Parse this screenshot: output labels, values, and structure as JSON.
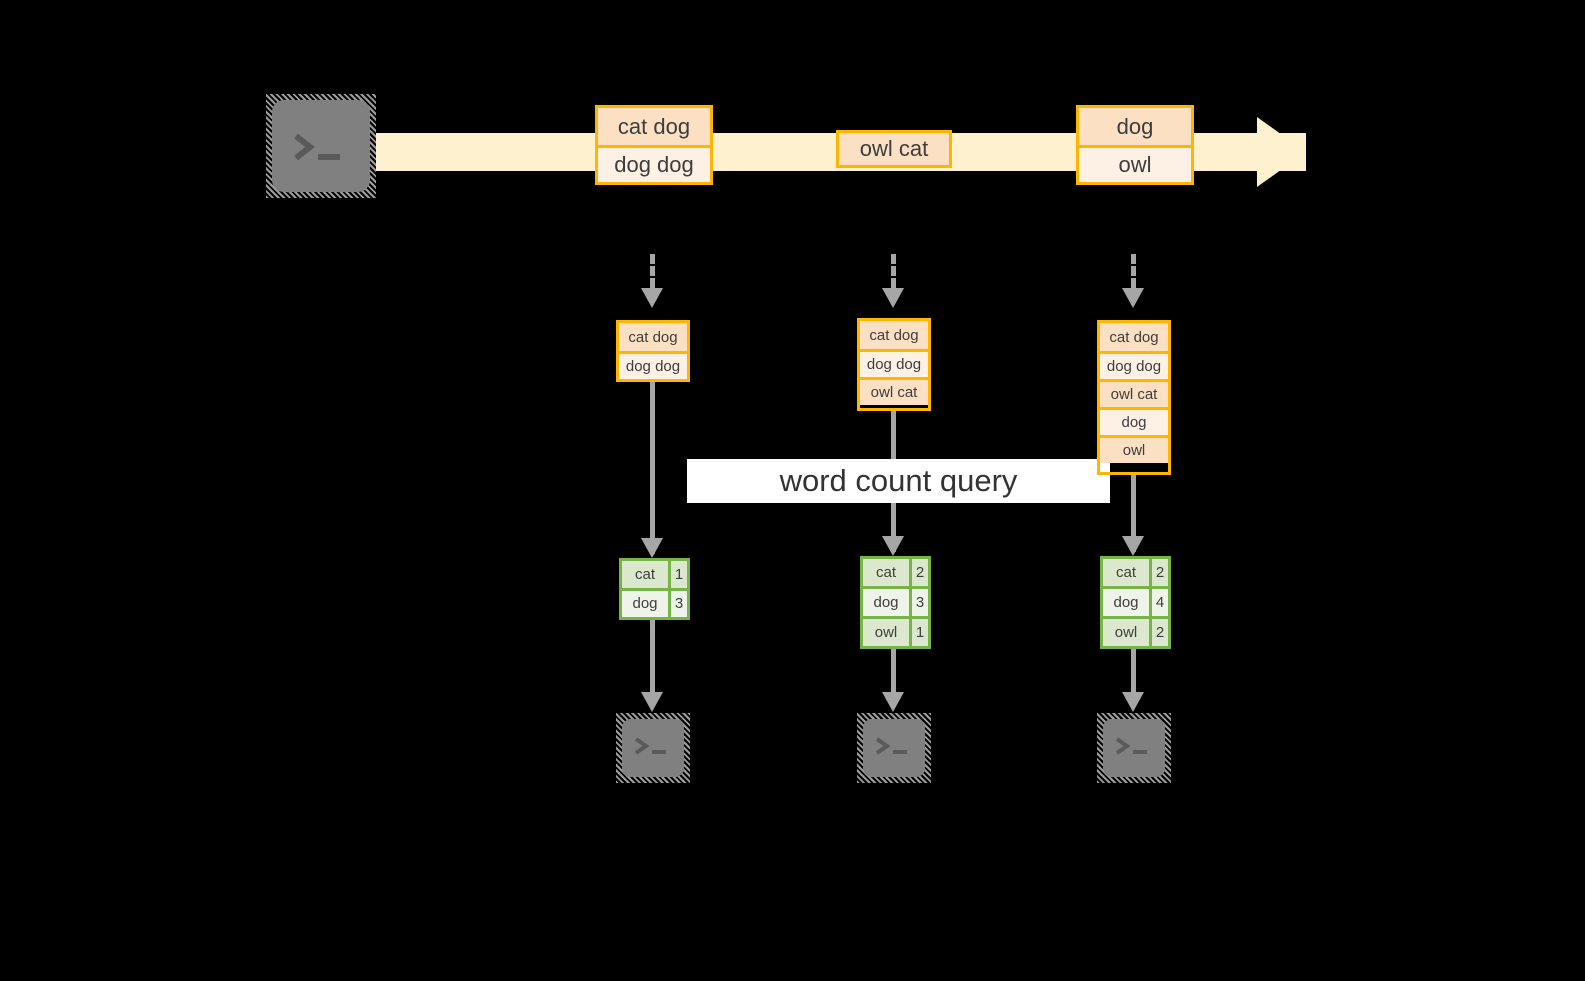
{
  "diagram": {
    "title_label": "word count query",
    "colors": {
      "background": "#000000",
      "stream_fill": "#fdf1cf",
      "record_border": "#ffb600",
      "record_fill_dark": "#fbe0c4",
      "record_fill_light": "#fdf1e6",
      "count_border": "#76b447",
      "count_fill_dark": "#dce8cd",
      "count_fill_light": "#eff4ea",
      "arrow_gray": "#a6a6a6",
      "terminal_fill": "#808080",
      "banner_fill": "#ffffff"
    },
    "source": {
      "icon": "terminal-icon",
      "label": ""
    },
    "stream": {
      "name": "event-stream-arrow",
      "events": [
        {
          "id": "e1",
          "lines": [
            "cat dog",
            "dog dog"
          ]
        },
        {
          "id": "e2",
          "lines": [
            "owl cat"
          ]
        },
        {
          "id": "e3",
          "lines": [
            "dog",
            "owl"
          ]
        }
      ]
    },
    "snapshots": [
      {
        "id": "s1",
        "records": [
          "cat dog",
          "dog dog"
        ],
        "counts": [
          {
            "word": "cat",
            "count": "1"
          },
          {
            "word": "dog",
            "count": "3"
          }
        ],
        "sink_icon": "terminal-icon"
      },
      {
        "id": "s2",
        "records": [
          "cat dog",
          "dog dog",
          "owl cat"
        ],
        "counts": [
          {
            "word": "cat",
            "count": "2"
          },
          {
            "word": "dog",
            "count": "3"
          },
          {
            "word": "owl",
            "count": "1"
          }
        ],
        "sink_icon": "terminal-icon"
      },
      {
        "id": "s3",
        "records": [
          "cat dog",
          "dog dog",
          "owl cat",
          "dog",
          "owl"
        ],
        "counts": [
          {
            "word": "cat",
            "count": "2"
          },
          {
            "word": "dog",
            "count": "4"
          },
          {
            "word": "owl",
            "count": "2"
          }
        ],
        "sink_icon": "terminal-icon"
      }
    ]
  }
}
